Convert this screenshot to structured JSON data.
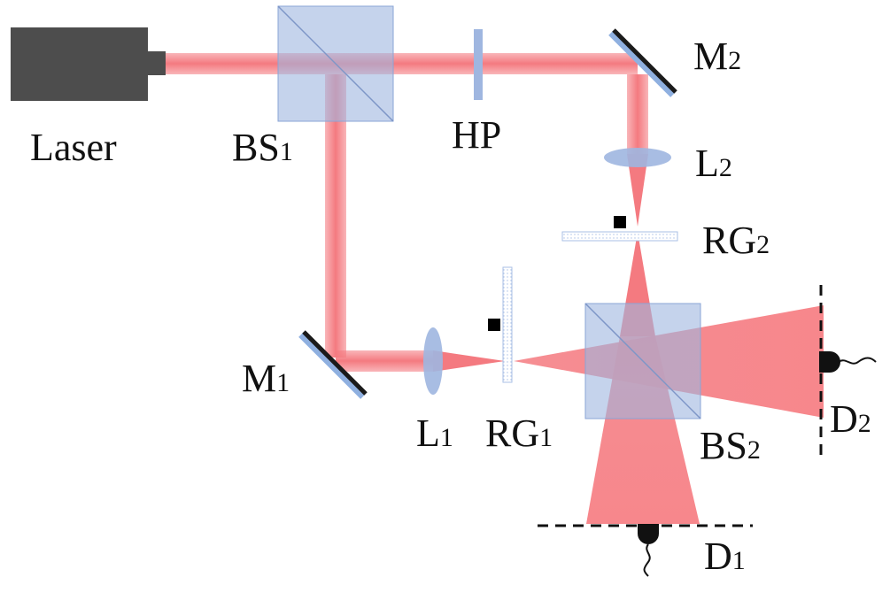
{
  "labels": {
    "laser": "Laser",
    "bs1": {
      "main": "BS",
      "sub": "1"
    },
    "hp": "HP",
    "m2": {
      "main": "M",
      "sub": "2"
    },
    "l2": {
      "main": "L",
      "sub": "2"
    },
    "rg2": {
      "main": "RG",
      "sub": "2"
    },
    "m1": {
      "main": "M",
      "sub": "1"
    },
    "l1": {
      "main": "L",
      "sub": "1"
    },
    "rg1": {
      "main": "RG",
      "sub": "1"
    },
    "bs2": {
      "main": "BS",
      "sub": "2"
    },
    "d2": {
      "main": "D",
      "sub": "2"
    },
    "d1": {
      "main": "D",
      "sub": "1"
    }
  },
  "colors": {
    "beam": "#f47a80",
    "beam_core": "#fbb4b7",
    "optic": "#9fb6e0",
    "laser_body": "#4d4d4d",
    "mirror": "#1a1a1a",
    "mirror_edge": "#8fb0e0",
    "detector": "#111111"
  }
}
